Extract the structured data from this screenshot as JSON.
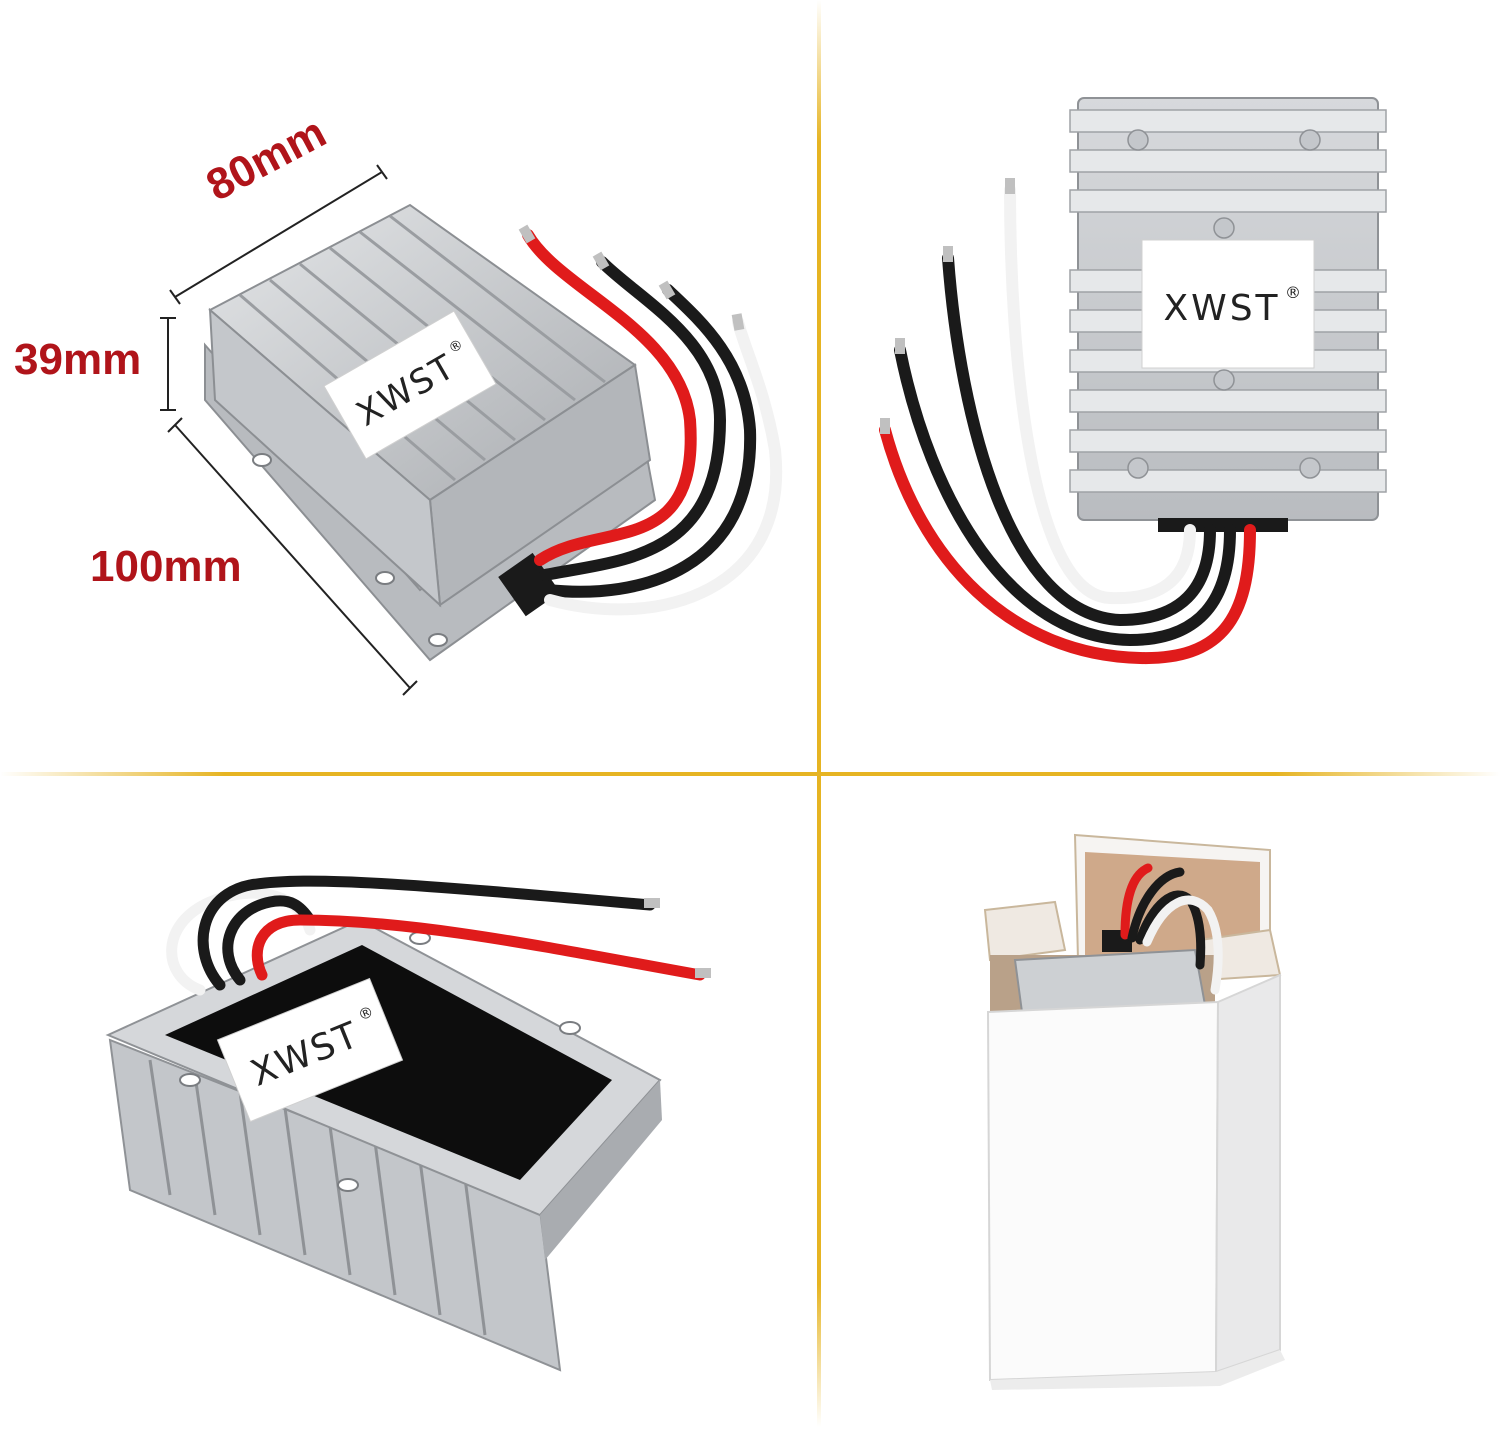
{
  "brand": {
    "name": "XWST",
    "mark": "®"
  },
  "dimensions": {
    "length": "80mm",
    "height": "39mm",
    "width": "100mm"
  },
  "colors": {
    "divider": "#e6b422",
    "dimension_text": "#b0141a",
    "aluminum": "#c9cbcd",
    "wire_red": "#e01b1b",
    "wire_black": "#1a1a1a",
    "wire_white": "#f2f2f2"
  },
  "panels": [
    {
      "view": "top-dimension"
    },
    {
      "view": "top-front"
    },
    {
      "view": "bottom"
    },
    {
      "view": "packaging"
    }
  ]
}
